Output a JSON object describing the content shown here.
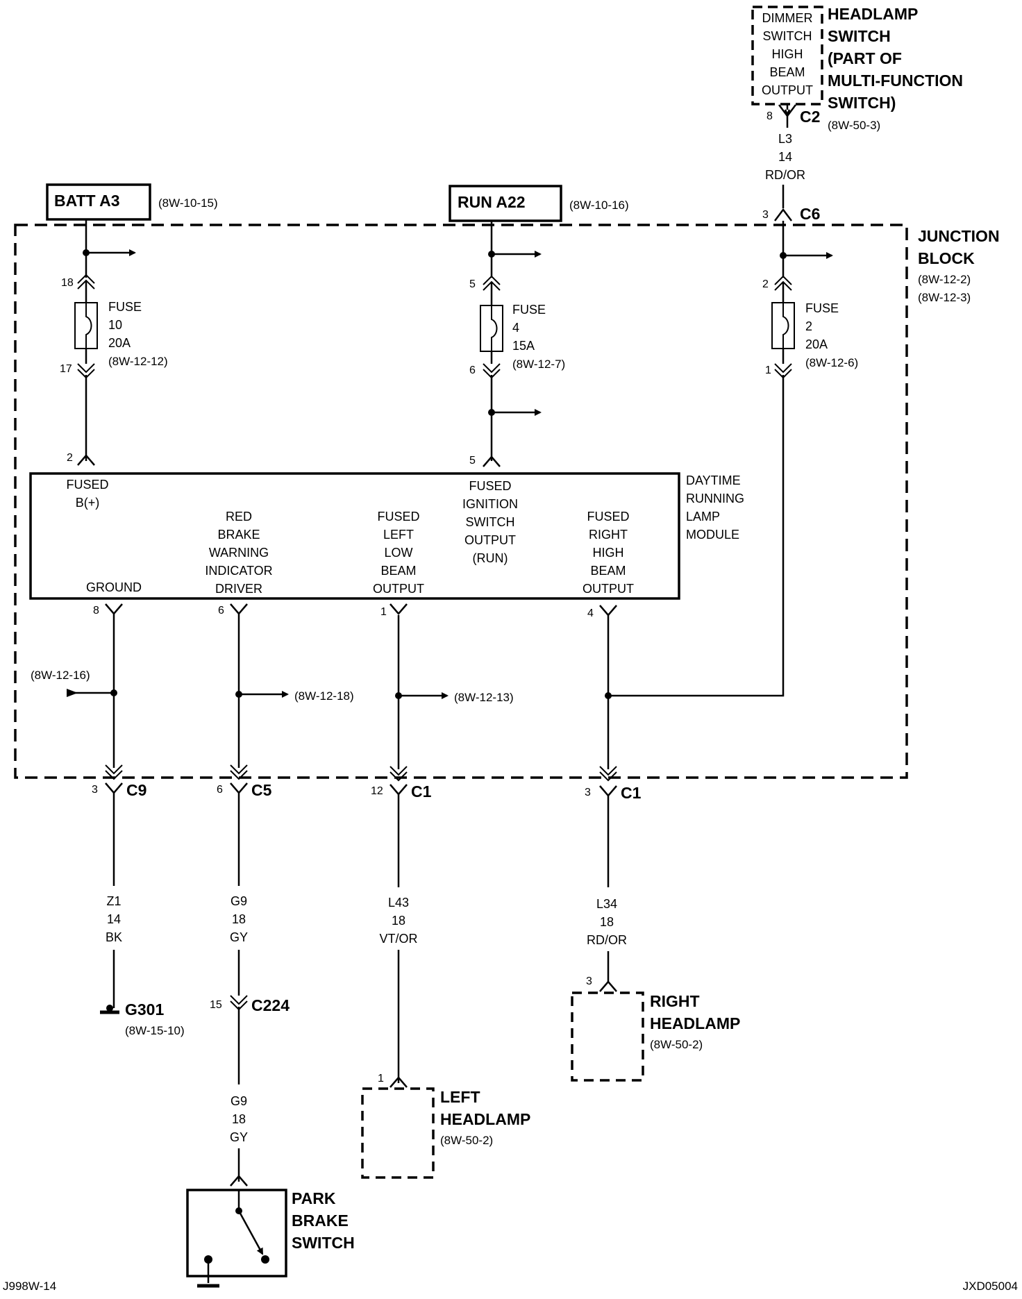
{
  "sources": {
    "batt": {
      "label": "BATT A3",
      "ref": "(8W-10-15)"
    },
    "run": {
      "label": "RUN A22",
      "ref": "(8W-10-16)"
    }
  },
  "dimmer": {
    "lines": [
      "DIMMER",
      "SWITCH",
      "HIGH",
      "BEAM",
      "OUTPUT"
    ],
    "title_lines": [
      "HEADLAMP",
      "SWITCH",
      "(PART OF",
      "MULTI-FUNCTION",
      "SWITCH)"
    ],
    "ref": "(8W-50-3)",
    "pin": "8",
    "connector": "C2"
  },
  "feed_wire": {
    "code": "L3",
    "gauge": "14",
    "color": "RD/OR"
  },
  "c6": {
    "pin": "3",
    "connector": "C6"
  },
  "junction_block": {
    "title_lines": [
      "JUNCTION",
      "BLOCK"
    ],
    "refs": [
      "(8W-12-2)",
      "(8W-12-3)"
    ]
  },
  "fuses": [
    {
      "in_pin": "18",
      "out_pin": "17",
      "lines": [
        "FUSE",
        "10",
        "20A",
        "(8W-12-12)"
      ]
    },
    {
      "in_pin": "5",
      "out_pin": "6",
      "lines": [
        "FUSE",
        "4",
        "15A",
        "(8W-12-7)"
      ]
    },
    {
      "in_pin": "2",
      "out_pin": "1",
      "lines": [
        "FUSE",
        "2",
        "20A",
        "(8W-12-6)"
      ]
    }
  ],
  "module": {
    "title_lines": [
      "DAYTIME",
      "RUNNING",
      "LAMP",
      "MODULE"
    ],
    "top_pins": [
      {
        "pin": "2",
        "lines": [
          "FUSED",
          "B(+)"
        ]
      },
      {
        "pin": "5",
        "lines": [
          "FUSED",
          "IGNITION",
          "SWITCH",
          "OUTPUT",
          "(RUN)"
        ]
      }
    ],
    "bottom_pins": [
      {
        "pin": "8",
        "lines": [
          "GROUND"
        ]
      },
      {
        "pin": "6",
        "lines": [
          "RED",
          "BRAKE",
          "WARNING",
          "INDICATOR",
          "DRIVER"
        ]
      },
      {
        "pin": "1",
        "lines": [
          "FUSED",
          "LEFT",
          "LOW",
          "BEAM",
          "OUTPUT"
        ]
      },
      {
        "pin": "4",
        "lines": [
          "FUSED",
          "RIGHT",
          "HIGH",
          "BEAM",
          "OUTPUT"
        ]
      }
    ]
  },
  "splice_refs": {
    "ground_in": "(8W-12-16)",
    "brake_out": "(8W-12-18)",
    "left_out": "(8W-12-13)"
  },
  "connectors": [
    {
      "pin": "3",
      "name": "C9"
    },
    {
      "pin": "6",
      "name": "C5"
    },
    {
      "pin": "12",
      "name": "C1"
    },
    {
      "pin": "3",
      "name": "C1"
    }
  ],
  "wires": [
    {
      "code": "Z1",
      "gauge": "14",
      "color": "BK"
    },
    {
      "code": "G9",
      "gauge": "18",
      "color": "GY"
    },
    {
      "code": "L43",
      "gauge": "18",
      "color": "VT/OR"
    },
    {
      "code": "L34",
      "gauge": "18",
      "color": "RD/OR"
    }
  ],
  "ground": {
    "label": "G301",
    "ref": "(8W-15-10)"
  },
  "c224": {
    "pin": "15",
    "connector": "C224"
  },
  "brake_wire2": {
    "code": "G9",
    "gauge": "18",
    "color": "GY"
  },
  "right_headlamp": {
    "pin": "3",
    "lines": [
      "RIGHT",
      "HEADLAMP"
    ],
    "ref": "(8W-50-2)"
  },
  "left_headlamp": {
    "pin": "1",
    "lines": [
      "LEFT",
      "HEADLAMP"
    ],
    "ref": "(8W-50-2)"
  },
  "park_brake": {
    "lines": [
      "PARK",
      "BRAKE",
      "SWITCH"
    ]
  },
  "footer": {
    "left": "J998W-14",
    "right": "JXD05004"
  }
}
